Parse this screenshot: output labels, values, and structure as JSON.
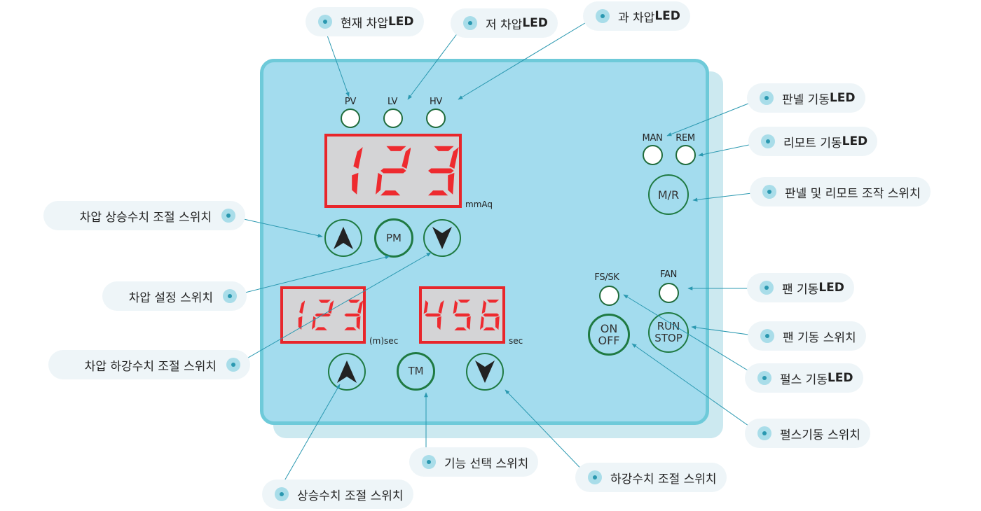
{
  "colors": {
    "panel_fill": "#a3dcee",
    "panel_border": "#6ecad9",
    "panel_shadow": "#cce9f0",
    "display_border": "#e8262b",
    "display_fill": "#d4d4d6",
    "segment_on": "#ee2a2f",
    "button_ring": "#1f7a42",
    "leader_line": "#2a98b0",
    "pill_bg": "#eef5f8"
  },
  "panel": {
    "leds_top": [
      {
        "id": "pv",
        "label": "PV"
      },
      {
        "id": "lv",
        "label": "LV"
      },
      {
        "id": "hv",
        "label": "HV"
      }
    ],
    "main_display": {
      "value": "123",
      "unit": "mmAq"
    },
    "main_buttons": {
      "up_icon": "up-arrow-icon",
      "pm_label": "PM",
      "down_icon": "down-arrow-icon"
    },
    "left_timer_display": {
      "value": "123",
      "unit": "(m)sec"
    },
    "right_timer_display": {
      "value": "456",
      "unit": "sec"
    },
    "timer_buttons": {
      "up_icon": "up-arrow-icon",
      "tm_label": "TM",
      "down_icon": "down-arrow-icon"
    },
    "mode_leds": [
      {
        "id": "man",
        "label": "MAN"
      },
      {
        "id": "rem",
        "label": "REM"
      }
    ],
    "mr_button_label": "M/R",
    "fs_sk_led_label": "FS/SK",
    "fan_led_label": "FAN",
    "on_off_label_1": "ON",
    "on_off_label_2": "OFF",
    "run_stop_label_1": "RUN",
    "run_stop_label_2": "STOP"
  },
  "callouts": {
    "pv_led": {
      "text": "현재 차압 ",
      "bold": "LED"
    },
    "lv_led": {
      "text": "저 차압 ",
      "bold": "LED"
    },
    "hv_led": {
      "text": "과 차압 ",
      "bold": "LED"
    },
    "man_led": {
      "text": "판넬 기동 ",
      "bold": "LED"
    },
    "rem_led": {
      "text": "리모트 기동 ",
      "bold": "LED"
    },
    "mr_switch": {
      "text": "판넬 및 리모트 조작 스위치",
      "bold": ""
    },
    "fan_led": {
      "text": "팬 기동 ",
      "bold": "LED"
    },
    "fan_switch": {
      "text": "팬 기동 스위치",
      "bold": ""
    },
    "pulse_led": {
      "text": "펄스 기동 ",
      "bold": "LED"
    },
    "pulse_switch": {
      "text": "펄스기동 스위치",
      "bold": ""
    },
    "pressure_up_switch": {
      "text": "차압 상승수치 조절 스위치",
      "bold": ""
    },
    "pressure_set_switch": {
      "text": "차압 설정 스위치",
      "bold": ""
    },
    "pressure_down_switch": {
      "text": "차압 하강수치 조절 스위치",
      "bold": ""
    },
    "function_select_switch": {
      "text": "기능 선택 스위치",
      "bold": ""
    },
    "down_value_switch": {
      "text": "하강수치 조절 스위치",
      "bold": ""
    },
    "up_value_switch": {
      "text": "상승수치 조절 스위치",
      "bold": ""
    }
  }
}
